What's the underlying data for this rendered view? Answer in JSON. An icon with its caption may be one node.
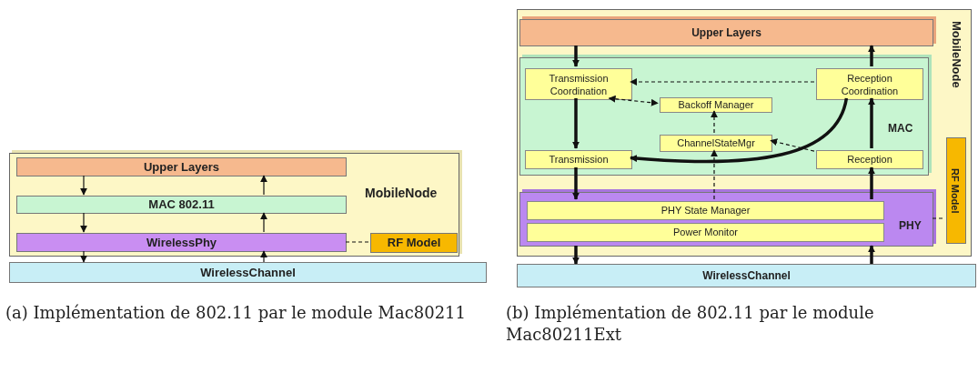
{
  "diagram": {
    "nodes": [
      {
        "text": [
          "MobileNode"
        ]
      },
      {
        "text": [
          "Upper Layers"
        ],
        "in": 0
      },
      {
        "text": [
          "MAC 802.11"
        ],
        "in": 0
      },
      {
        "text": [
          "WirelessPhy"
        ],
        "in": 0
      },
      {
        "text": [
          "RF Model"
        ],
        "in": 0
      },
      {
        "text": [
          "WirelessChannel"
        ]
      },
      {
        "text": [
          "MobileNode"
        ]
      },
      {
        "text": [
          "Upper Layers"
        ],
        "in": 6
      },
      {
        "text": [
          "MAC"
        ],
        "in": 6
      },
      {
        "text": [
          "Transmission Coordination"
        ],
        "in": 8
      },
      {
        "text": [
          "Reception Coordination"
        ],
        "in": 8
      },
      {
        "text": [
          "Backoff Manager"
        ],
        "in": 8
      },
      {
        "text": [
          "ChannelStateMgr"
        ],
        "in": 8
      },
      {
        "text": [
          "Transmission"
        ],
        "in": 8
      },
      {
        "text": [
          "Reception"
        ],
        "in": 8
      },
      {
        "text": [
          "PHY"
        ],
        "in": 6
      },
      {
        "text": [
          "PHY State Manager"
        ],
        "in": 15
      },
      {
        "text": [
          "Power Monitor"
        ],
        "in": 15
      },
      {
        "text": [
          "RF Model"
        ],
        "in": 6
      },
      {
        "text": [
          "WirelessChannel"
        ]
      }
    ],
    "edges": [
      {
        "from": 1,
        "to": 2,
        "arrow": "to"
      },
      {
        "from": 2,
        "to": 1,
        "arrow": "to"
      },
      {
        "from": 2,
        "to": 3,
        "arrow": "to"
      },
      {
        "from": 3,
        "to": 2,
        "arrow": "to"
      },
      {
        "from": 3,
        "to": 5,
        "arrow": "to"
      },
      {
        "from": 5,
        "to": 3,
        "arrow": "to"
      },
      {
        "from": 3,
        "to": 4,
        "arrow": "none",
        "style": "dashed"
      },
      {
        "from": 7,
        "to": 9,
        "arrow": "to",
        "style": "thick"
      },
      {
        "from": 10,
        "to": 7,
        "arrow": "to",
        "style": "thick"
      },
      {
        "from": 10,
        "to": 9,
        "arrow": "to",
        "style": "dashed"
      },
      {
        "from": 9,
        "to": 11,
        "arrow": "both",
        "style": "dashed"
      },
      {
        "from": 12,
        "to": 11,
        "arrow": "to",
        "style": "dashed"
      },
      {
        "from": 9,
        "to": 13,
        "arrow": "to",
        "style": "thick"
      },
      {
        "from": 10,
        "to": 13,
        "arrow": "to",
        "style": "thick"
      },
      {
        "from": 14,
        "to": 10,
        "arrow": "to",
        "style": "thick"
      },
      {
        "from": 14,
        "to": 12,
        "arrow": "to",
        "style": "dashed"
      },
      {
        "from": 16,
        "to": 12,
        "arrow": "to",
        "style": "dashed"
      },
      {
        "from": 13,
        "to": 16,
        "arrow": "to",
        "style": "thick"
      },
      {
        "from": 16,
        "to": 14,
        "arrow": "to",
        "style": "thick"
      },
      {
        "from": 15,
        "to": 19,
        "arrow": "to",
        "style": "thick"
      },
      {
        "from": 19,
        "to": 15,
        "arrow": "to",
        "style": "thick"
      },
      {
        "from": 15,
        "to": 18,
        "arrow": "none",
        "style": "dashed"
      }
    ],
    "labels": [
      "(a) Implémentation de 802.11 par le module Mac80211",
      "(b) Implémentation de 802.11 par le module Mac80211Ext"
    ]
  }
}
